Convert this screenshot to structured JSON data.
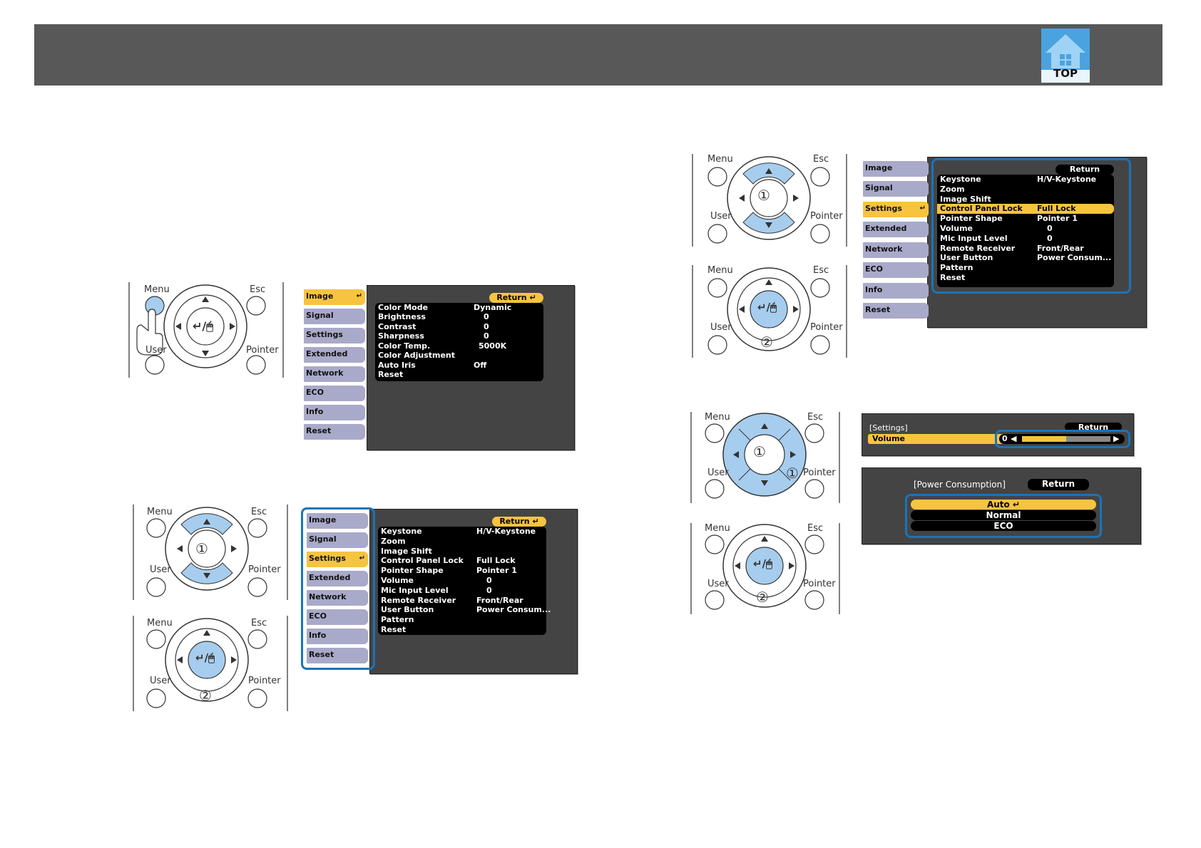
{
  "header": {
    "top_label": "TOP"
  },
  "colors": {
    "header_bg": "#585858",
    "highlight": "#f6c43f",
    "menu_item": "#a9a9c9",
    "frame_blue": "#1c73b8",
    "button_blue": "#a6cdee"
  },
  "remote": {
    "menu": "Menu",
    "esc": "Esc",
    "user": "User",
    "pointer": "Pointer",
    "step1": "①",
    "step2": "②",
    "enter_glyph": "↵/🖱"
  },
  "sidebar": [
    "Image",
    "Signal",
    "Settings",
    "Extended",
    "Network",
    "ECO",
    "Info",
    "Reset"
  ],
  "return_label": "Return",
  "image_menu": [
    {
      "k": "Color Mode",
      "v": "Dynamic"
    },
    {
      "k": "Brightness",
      "v": "0"
    },
    {
      "k": "Contrast",
      "v": "0"
    },
    {
      "k": "Sharpness",
      "v": "0"
    },
    {
      "k": "Color Temp.",
      "v": "5000K"
    },
    {
      "k": "Color Adjustment",
      "v": ""
    },
    {
      "k": "Auto Iris",
      "v": "Off"
    },
    {
      "k": "Reset",
      "v": ""
    }
  ],
  "settings_menu": [
    {
      "k": "Keystone",
      "v": "H/V-Keystone"
    },
    {
      "k": "Zoom",
      "v": ""
    },
    {
      "k": "Image Shift",
      "v": ""
    },
    {
      "k": "Control Panel Lock",
      "v": "Full Lock"
    },
    {
      "k": "Pointer Shape",
      "v": "Pointer 1"
    },
    {
      "k": "Volume",
      "v": "0"
    },
    {
      "k": "Mic Input Level",
      "v": "0"
    },
    {
      "k": "Remote Receiver",
      "v": "Front/Rear"
    },
    {
      "k": "User Button",
      "v": "Power Consum..."
    },
    {
      "k": "Pattern",
      "v": ""
    },
    {
      "k": "Reset",
      "v": ""
    }
  ],
  "volume_panel": {
    "title": "[Settings]",
    "return": "Return",
    "label": "Volume",
    "value": "0",
    "level": 0.5
  },
  "power_panel": {
    "title": "[Power Consumption]",
    "return": "Return",
    "options": [
      "Auto",
      "Normal",
      "ECO"
    ]
  }
}
